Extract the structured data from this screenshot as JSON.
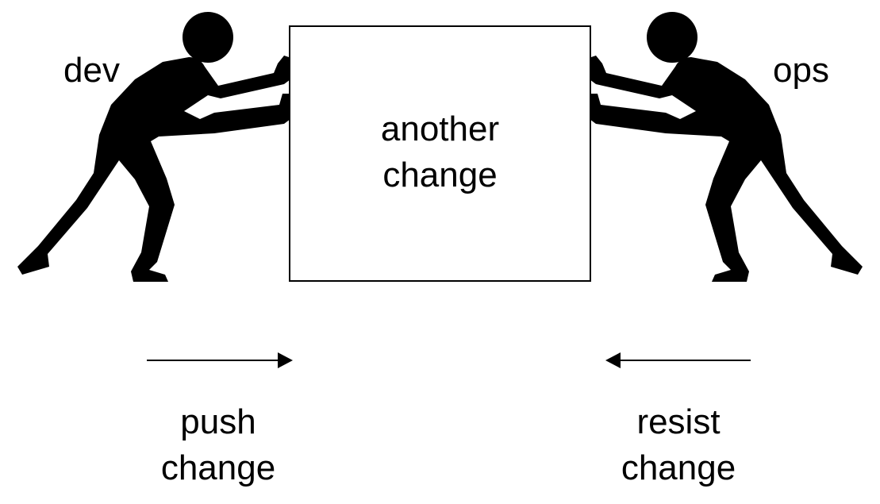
{
  "labels": {
    "left_actor": "dev",
    "right_actor": "ops",
    "box_line1": "another",
    "box_line2": "change",
    "left_caption_line1": "push",
    "left_caption_line2": "change",
    "right_caption_line1": "resist",
    "right_caption_line2": "change"
  },
  "colors": {
    "ink": "#000000",
    "background": "#ffffff"
  },
  "icons": {
    "left_figure": "pushing-person-icon",
    "right_figure": "pushing-person-icon",
    "left_arrow": "arrow-right-icon",
    "right_arrow": "arrow-left-icon"
  }
}
